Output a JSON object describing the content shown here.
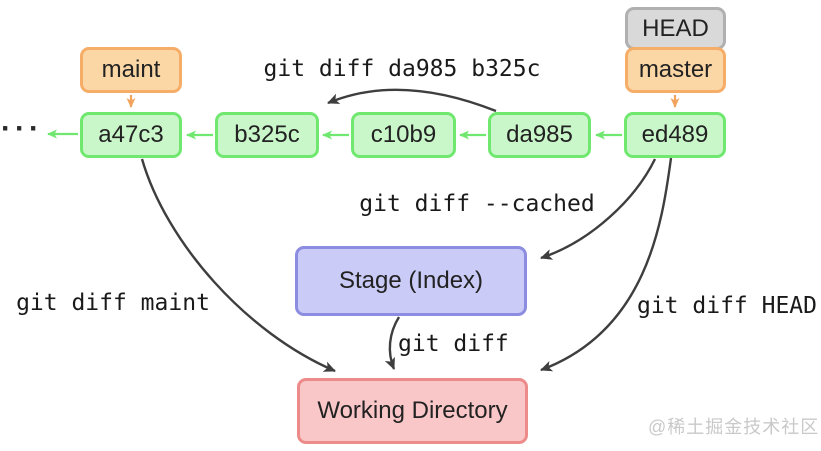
{
  "refs": {
    "head": "HEAD",
    "master": "master",
    "maint": "maint"
  },
  "commits": [
    "a47c3",
    "b325c",
    "c10b9",
    "da985",
    "ed489"
  ],
  "history_ellipsis": "···",
  "areas": {
    "stage": "Stage (Index)",
    "working_directory": "Working Directory"
  },
  "commands": {
    "diff_commits": "git diff da985 b325c",
    "diff_cached": "git diff --cached",
    "diff_maint": "git diff maint",
    "diff_head": "git diff HEAD",
    "diff_plain": "git diff"
  },
  "watermark": "@稀土掘金技术社区",
  "colors": {
    "commit_fill": "#caf7ca",
    "commit_border": "#70e870",
    "branch_fill": "#fbd7a6",
    "branch_border": "#f5ad68",
    "head_fill": "#d9d9d9",
    "head_border": "#b0b0b0",
    "stage_fill": "#cbcbf7",
    "stage_border": "#8c8ce0",
    "working_dir_fill": "#f9c7c7",
    "working_dir_border": "#ed8a8a",
    "dark_arrow": "#3e3e3e",
    "green_arrow": "#70e870",
    "orange_arrow": "#f2a45f",
    "watermark_text": "#c9c9c9"
  }
}
